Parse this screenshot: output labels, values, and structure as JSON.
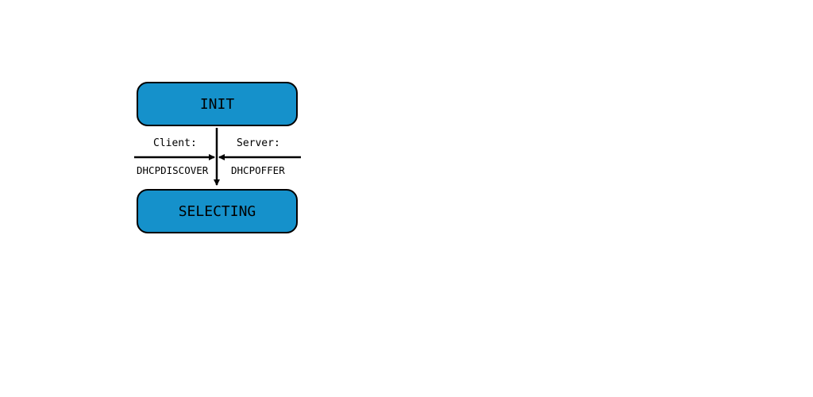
{
  "states": {
    "init": "INIT",
    "selecting": "SELECTING"
  },
  "transition": {
    "client_label": "Client:",
    "client_message": "DHCPDISCOVER",
    "server_label": "Server:",
    "server_message": "DHCPOFFER"
  },
  "colors": {
    "state_fill": "#1591cb",
    "stroke": "#000000"
  }
}
